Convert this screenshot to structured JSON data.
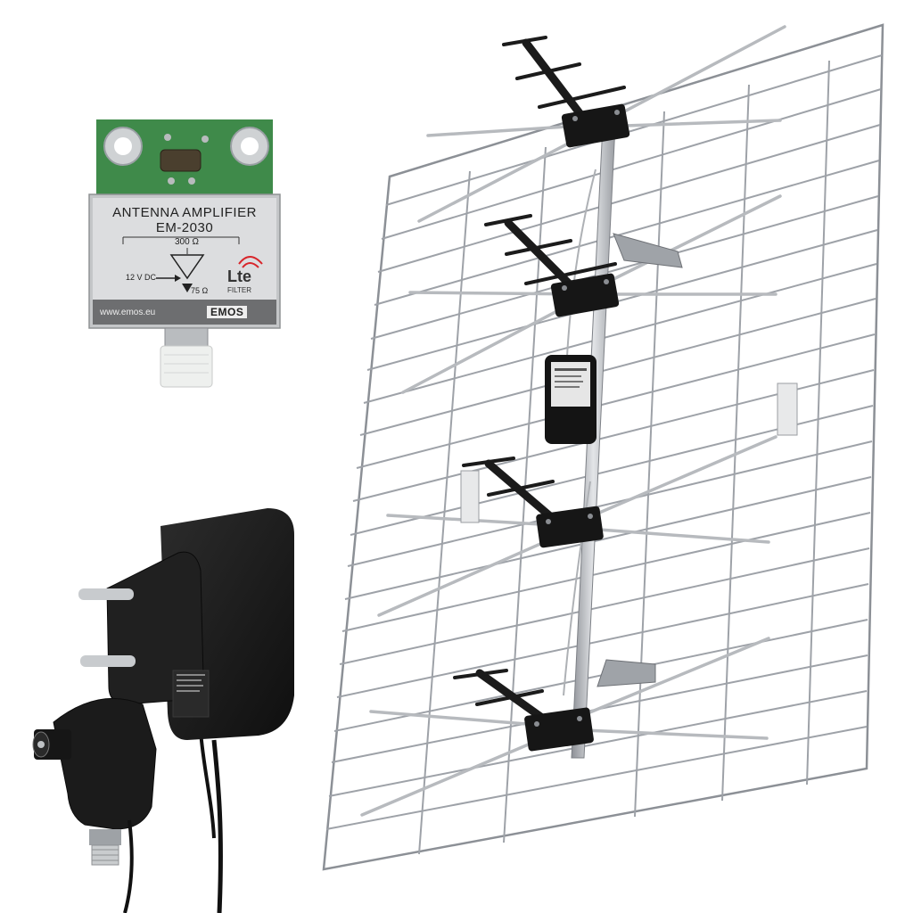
{
  "amplifier": {
    "title": "ANTENNA AMPLIFIER",
    "model": "EM-2030",
    "impedance_in": "300 Ω",
    "power": "12 V DC",
    "impedance_out": "75 Ω",
    "filter_logo": "Lte",
    "filter_label": "FILTER",
    "website": "www.emos.eu",
    "brand": "EMOS"
  },
  "colors": {
    "pcb_green": "#3f8a4a",
    "metal": "#b9bcc0",
    "black_plastic": "#1c1c1c",
    "label_bg": "#d9dadb",
    "lte_wave": "#d8262b"
  }
}
